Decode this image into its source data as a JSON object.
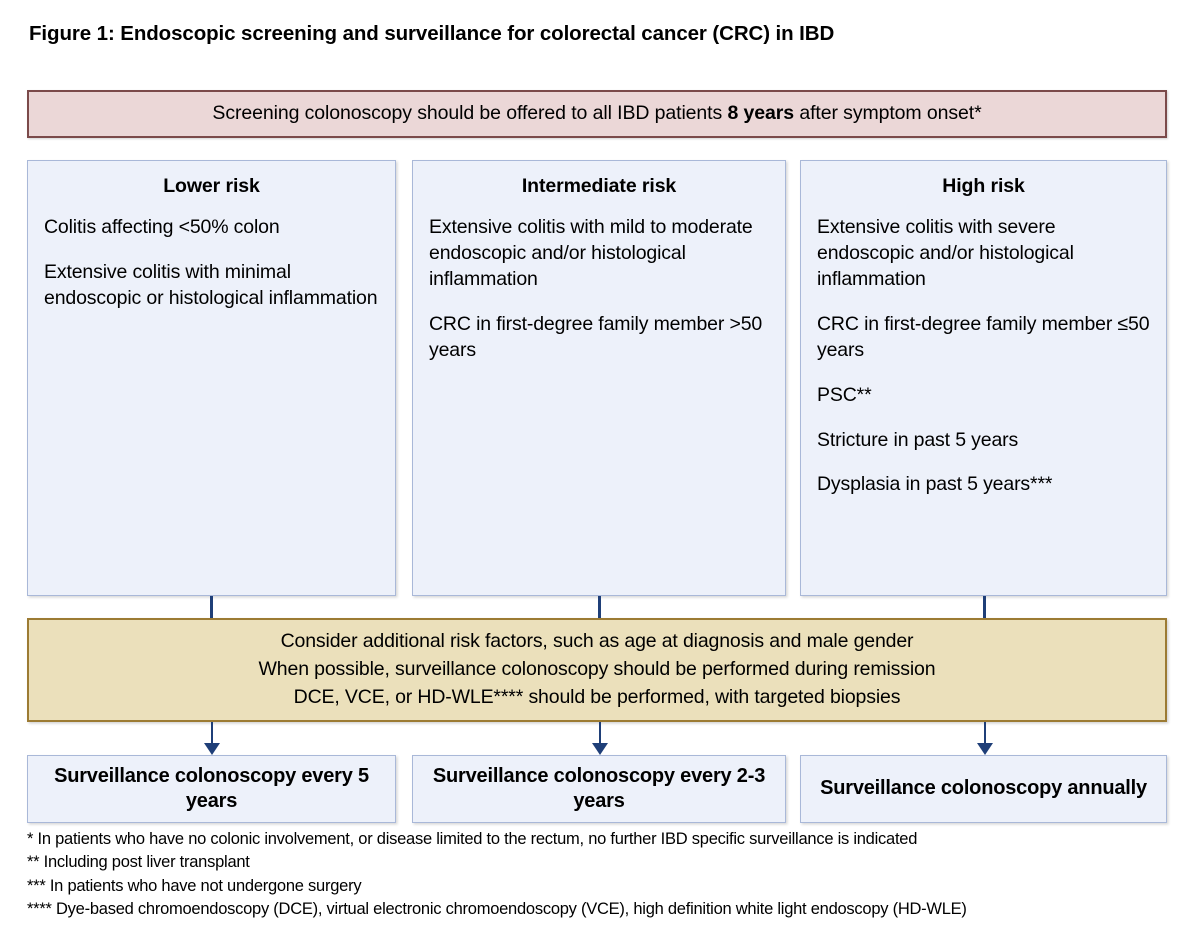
{
  "figure": {
    "title": "Figure 1: Endoscopic screening and surveillance for colorectal cancer (CRC) in IBD",
    "banner": {
      "text_before": "Screening colonoscopy should be offered to all IBD patients ",
      "text_bold": "8 years",
      "text_after": " after symptom onset*",
      "fill_color": "#EBD7D7",
      "border_color": "#7B4A4A"
    },
    "risk_columns": [
      {
        "heading": "Lower risk",
        "items": [
          "Colitis affecting <50% colon",
          "Extensive colitis with minimal endoscopic or histological inflammation"
        ]
      },
      {
        "heading": "Intermediate risk",
        "items": [
          "Extensive colitis with mild to moderate endoscopic and/or histological inflammation",
          "CRC in first-degree family member >50 years"
        ]
      },
      {
        "heading": "High risk",
        "items": [
          "Extensive colitis with severe endoscopic and/or histological inflammation",
          "CRC in first-degree family member ≤50 years",
          "PSC**",
          "Stricture  in past 5 years",
          "Dysplasia in past 5 years***"
        ]
      }
    ],
    "considerations": {
      "lines": [
        "Consider additional risk factors, such as age at diagnosis and male gender",
        "When possible, surveillance colonoscopy should be performed during remission",
        "DCE, VCE, or HD-WLE**** should be performed, with targeted biopsies"
      ],
      "fill_color": "#EBE0BB",
      "border_color": "#9C7B33"
    },
    "outcomes": [
      "Surveillance colonoscopy every 5 years",
      "Surveillance colonoscopy every 2-3 years",
      "Surveillance colonoscopy annually"
    ],
    "footnotes": [
      "* In patients who have no colonic involvement, or disease limited to the rectum, no further IBD specific surveillance is indicated",
      "** Including post liver transplant",
      "*** In patients who have not undergone surgery",
      "**** Dye-based chromoendoscopy (DCE), virtual electronic chromoendoscopy (VCE), high definition white light endoscopy (HD-WLE)"
    ],
    "colors": {
      "box_fill": "#EDF1FA",
      "box_border": "#A9B8D8",
      "connector": "#1F3F78"
    }
  }
}
